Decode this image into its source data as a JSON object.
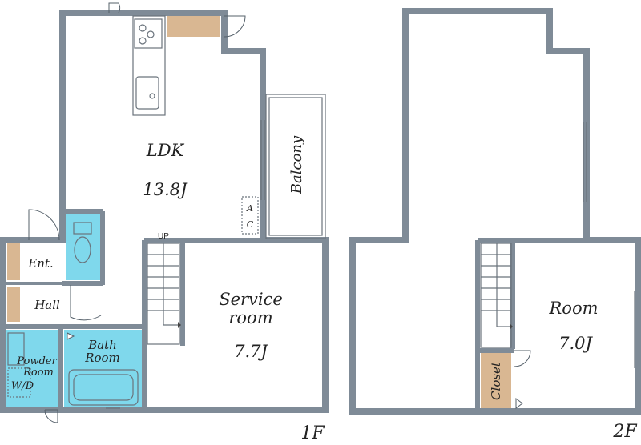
{
  "floors": [
    {
      "label": "1F",
      "rooms": [
        {
          "label": "LDK",
          "size": "13.8J"
        },
        {
          "label": "Balcony"
        },
        {
          "label": "Service",
          "label2": "room",
          "size": "7.7J"
        },
        {
          "label": "Ent."
        },
        {
          "label": "Hall"
        },
        {
          "label": "Bath",
          "label2": "Room"
        },
        {
          "label": "Powder",
          "label2": "Room"
        },
        {
          "label": "W/D"
        }
      ],
      "ac": [
        "A",
        "C"
      ],
      "stairs_label": "UP"
    },
    {
      "label": "2F",
      "rooms": [
        {
          "label": "Room",
          "size": "7.0J"
        },
        {
          "label": "Closet"
        }
      ]
    }
  ],
  "colors": {
    "wall": "#7f8b97",
    "wet_area": "#7fd8ec",
    "storage": "#d9b792",
    "background": "#ffffff"
  }
}
